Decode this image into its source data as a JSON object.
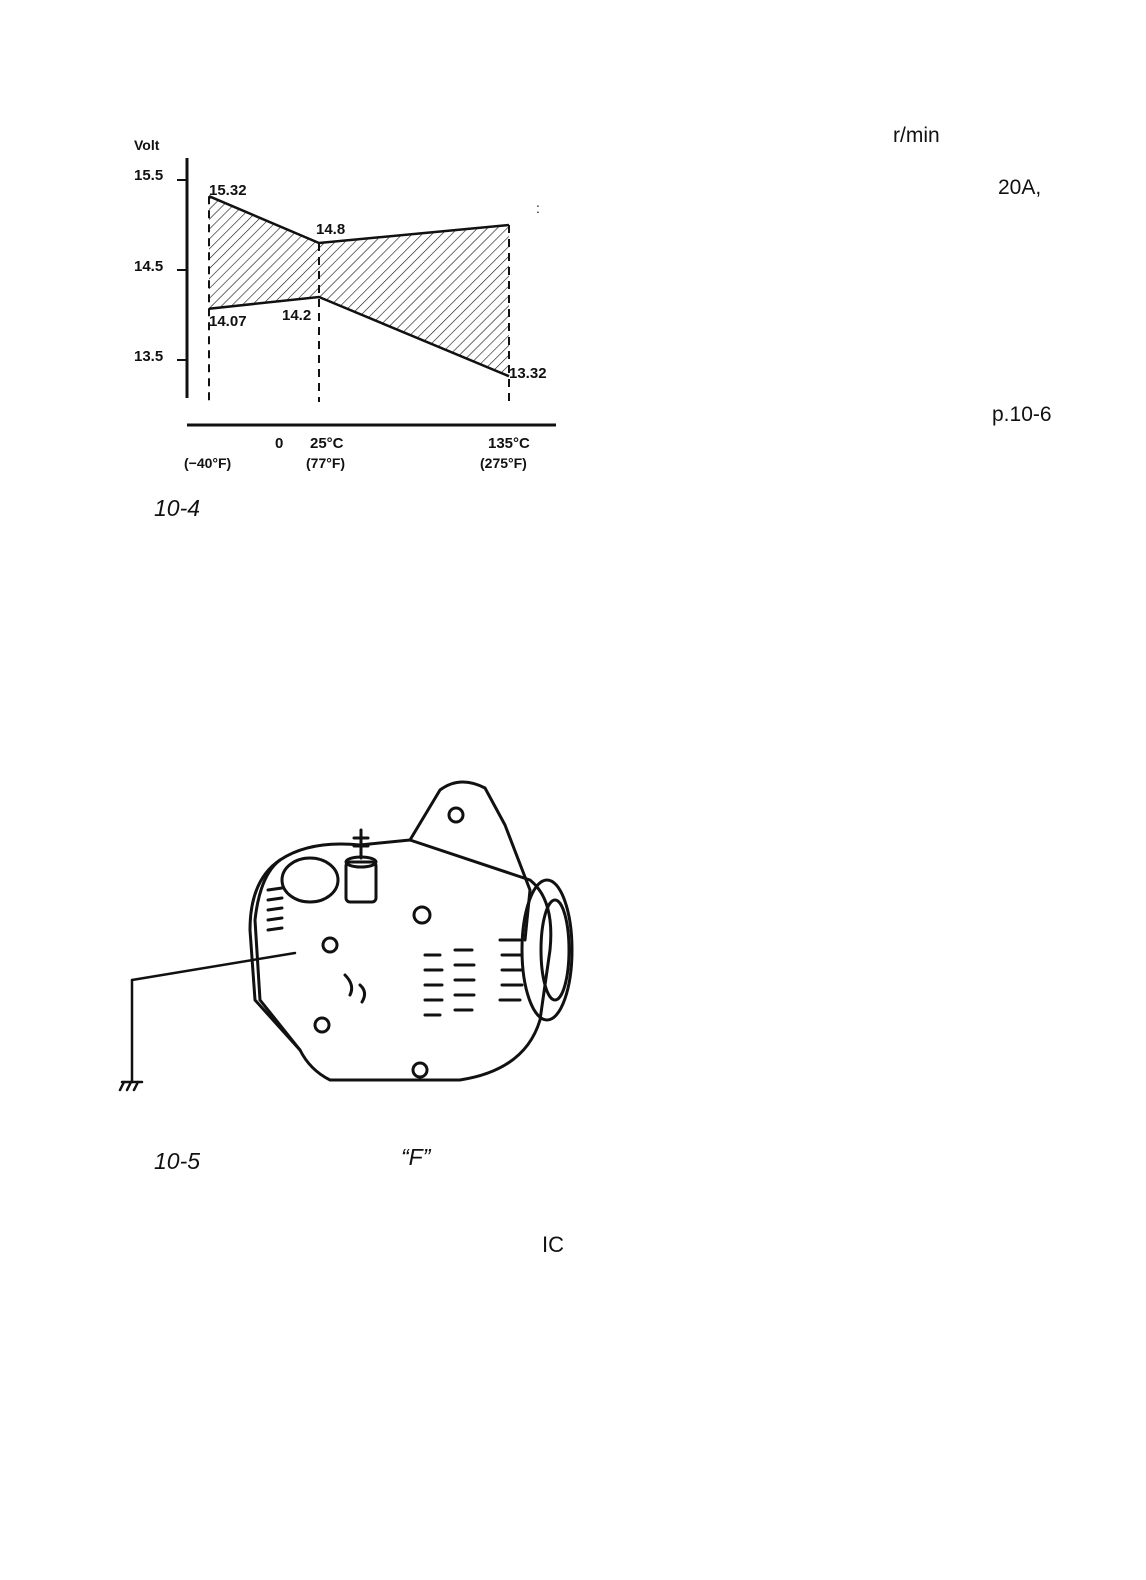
{
  "right_notes": {
    "speed_unit": "r/min",
    "current": "20A,",
    "colon_mark": ":",
    "page_ref": "p.10-6"
  },
  "figure_10_4": {
    "caption": "10-4"
  },
  "figure_10_5": {
    "caption_number": "10-5",
    "caption_label": "“F”"
  },
  "bottom_note": "IC",
  "chart_data": {
    "type": "area",
    "ylabel": "Volt",
    "yticks": [
      "15.5",
      "14.5",
      "13.5"
    ],
    "ylim": [
      13.2,
      15.7
    ],
    "xticks": [
      {
        "c": "0",
        "f": "(−40°F)"
      },
      {
        "c": "25°C",
        "f": "(77°F)"
      },
      {
        "c": "135°C",
        "f": "(275°F)"
      }
    ],
    "x": [
      -40,
      25,
      135
    ],
    "series": [
      {
        "values": [
          15.32,
          14.8,
          15.0
        ]
      },
      {
        "values": [
          14.07,
          14.2,
          13.32
        ]
      }
    ],
    "data_labels": [
      "15.32",
      "14.8",
      "14.07",
      "14.2",
      "13.32"
    ],
    "hatched_fill": true,
    "dashed_verticals": true
  }
}
